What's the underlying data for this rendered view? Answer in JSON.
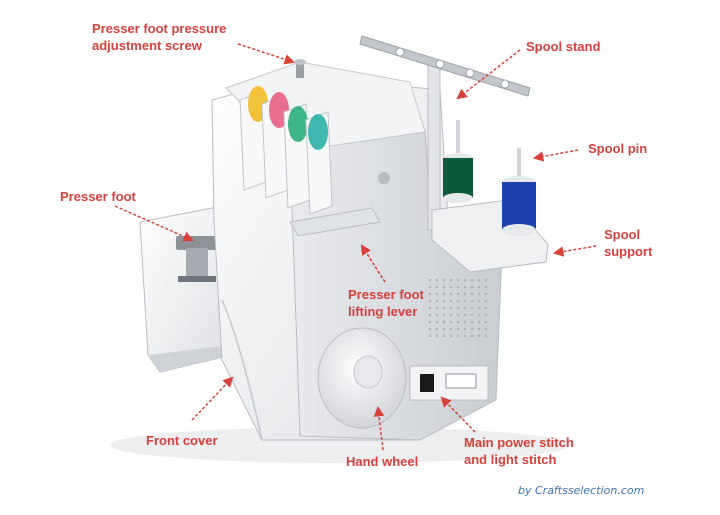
{
  "labels": {
    "presser_foot_pressure": "Presser foot pressure\nadjustment screw",
    "spool_stand": "Spool stand",
    "spool_pin": "Spool pin",
    "spool_support": "Spool\nsupport",
    "presser_foot": "Presser foot",
    "presser_foot_lifting_lever": "Presser foot\nlifting lever",
    "front_cover": "Front cover",
    "hand_wheel": "Hand wheel",
    "main_power": "Main power stitch\nand light stitch"
  },
  "credit": "by Craftsselection.com",
  "colors": {
    "label": "#d8403a",
    "arrow": "#d8403a",
    "credit": "#3f74b5",
    "thread_green": "#0f5a3a",
    "thread_blue": "#1d3fb0",
    "dial_yellow": "#f2c23a",
    "dial_pink": "#ea6f8e",
    "dial_green": "#3fb58a",
    "dial_teal": "#3fb6b0"
  },
  "icons": {
    "machine": "serger-machine-illustration"
  }
}
